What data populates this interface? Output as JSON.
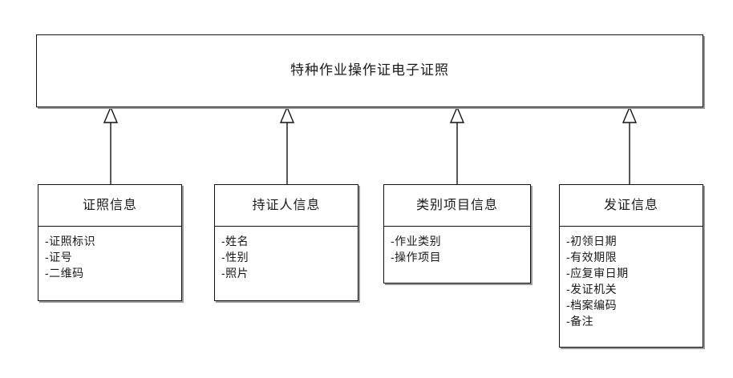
{
  "diagram": {
    "type": "uml-class-diagram",
    "relationship": "generalization",
    "root": {
      "title": "特种作业操作证电子证照"
    },
    "children": [
      {
        "id": "cert",
        "title": "证照信息",
        "attributes": [
          "-证照标识",
          "-证号",
          "-二维码"
        ]
      },
      {
        "id": "holder",
        "title": "持证人信息",
        "attributes": [
          "-姓名",
          "-性别",
          "-照片"
        ]
      },
      {
        "id": "category",
        "title": "类别项目信息",
        "attributes": [
          "-作业类别",
          "-操作项目"
        ]
      },
      {
        "id": "issue",
        "title": "发证信息",
        "attributes": [
          "-初领日期",
          "-有效期限",
          "-应复审日期",
          "-发证机关",
          "-档案编码",
          "-备注"
        ]
      }
    ],
    "colors": {
      "border": "#111111",
      "shadow": "#9a9a9a",
      "background": "#ffffff",
      "text": "#1a1a1a",
      "connector": "#111111"
    }
  }
}
